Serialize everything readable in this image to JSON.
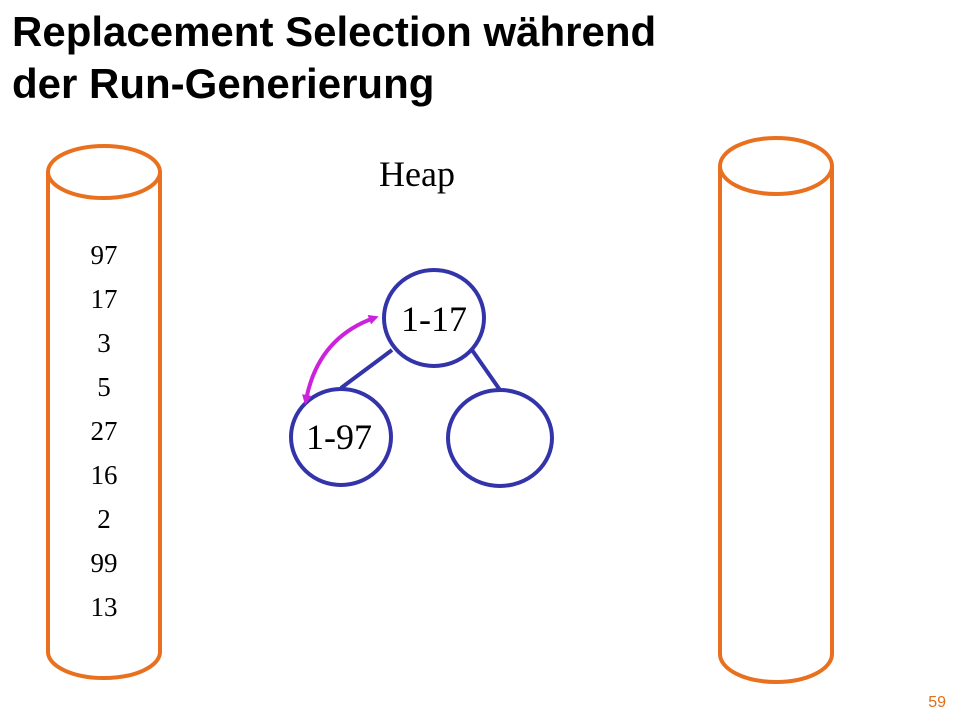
{
  "slide": {
    "title_line1": "Replacement Selection während",
    "title_line2": "der Run-Generierung",
    "page_number": "59"
  },
  "heap": {
    "label": "Heap",
    "root": "1-17",
    "left_child": "1-97",
    "right_child": ""
  },
  "input_cylinder": {
    "values": [
      "97",
      "17",
      "3",
      "5",
      "27",
      "16",
      "2",
      "99",
      "13"
    ]
  },
  "output_cylinder": {
    "values": []
  },
  "colors": {
    "cylinder_stroke": "#e8701e",
    "node_stroke": "#3333aa",
    "swap_arrow": "#cc22dd",
    "page_number": "#e06e1a"
  }
}
